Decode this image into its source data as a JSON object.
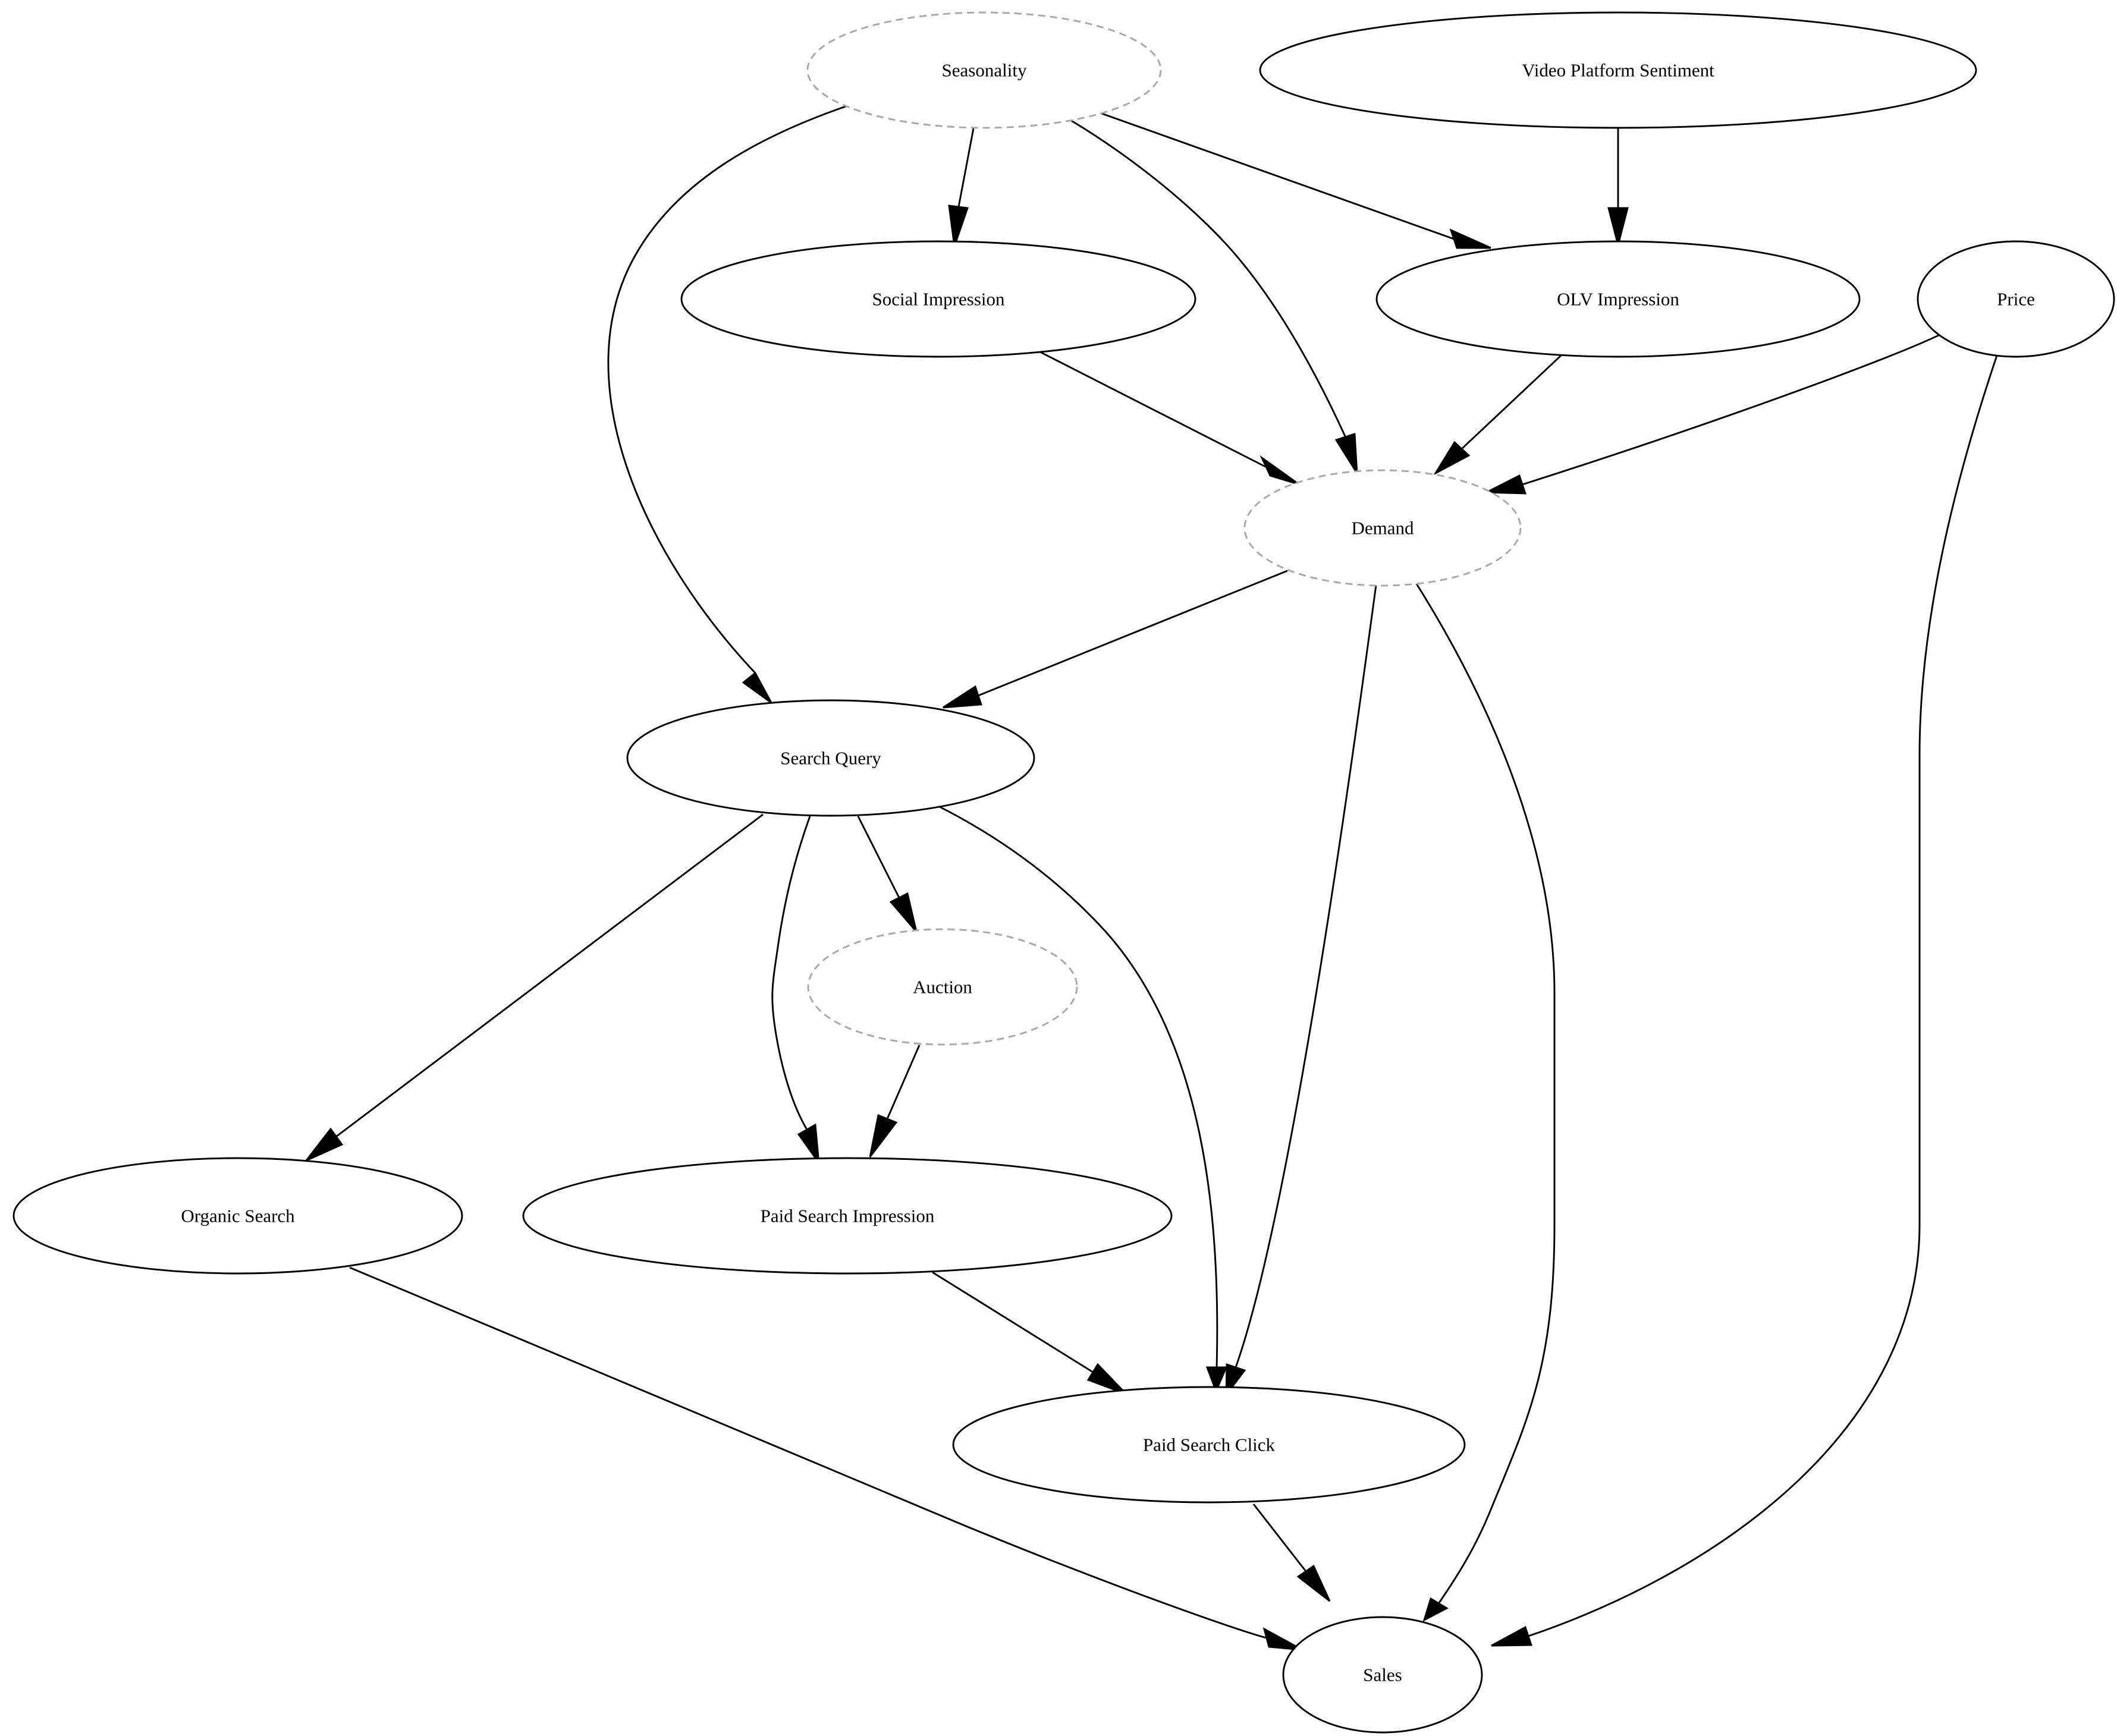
{
  "diagram": {
    "type": "directed-graph",
    "colors": {
      "background": "#ffffff",
      "observed_stroke": "#000000",
      "latent_stroke": "#a8a8a8",
      "edge": "#000000",
      "text": "#000000"
    },
    "nodes": [
      {
        "id": "seasonality",
        "label": "Seasonality",
        "style": "dashed"
      },
      {
        "id": "video_sentiment",
        "label": "Video Platform Sentiment",
        "style": "solid"
      },
      {
        "id": "social_impression",
        "label": "Social Impression",
        "style": "solid"
      },
      {
        "id": "olv_impression",
        "label": "OLV Impression",
        "style": "solid"
      },
      {
        "id": "price",
        "label": "Price",
        "style": "solid"
      },
      {
        "id": "demand",
        "label": "Demand",
        "style": "dashed"
      },
      {
        "id": "search_query",
        "label": "Search Query",
        "style": "solid"
      },
      {
        "id": "auction",
        "label": "Auction",
        "style": "dashed"
      },
      {
        "id": "organic_search",
        "label": "Organic Search",
        "style": "solid"
      },
      {
        "id": "paid_search_impression",
        "label": "Paid Search Impression",
        "style": "solid"
      },
      {
        "id": "paid_search_click",
        "label": "Paid Search Click",
        "style": "solid"
      },
      {
        "id": "sales",
        "label": "Sales",
        "style": "solid"
      }
    ],
    "edges": [
      {
        "from": "seasonality",
        "to": "search_query"
      },
      {
        "from": "seasonality",
        "to": "social_impression"
      },
      {
        "from": "seasonality",
        "to": "demand"
      },
      {
        "from": "seasonality",
        "to": "olv_impression"
      },
      {
        "from": "video_sentiment",
        "to": "olv_impression"
      },
      {
        "from": "social_impression",
        "to": "demand"
      },
      {
        "from": "olv_impression",
        "to": "demand"
      },
      {
        "from": "price",
        "to": "demand"
      },
      {
        "from": "price",
        "to": "sales"
      },
      {
        "from": "demand",
        "to": "search_query"
      },
      {
        "from": "demand",
        "to": "paid_search_click"
      },
      {
        "from": "demand",
        "to": "sales"
      },
      {
        "from": "search_query",
        "to": "organic_search"
      },
      {
        "from": "search_query",
        "to": "paid_search_impression"
      },
      {
        "from": "search_query",
        "to": "auction"
      },
      {
        "from": "search_query",
        "to": "paid_search_click"
      },
      {
        "from": "auction",
        "to": "paid_search_impression"
      },
      {
        "from": "organic_search",
        "to": "sales"
      },
      {
        "from": "paid_search_impression",
        "to": "paid_search_click"
      },
      {
        "from": "paid_search_click",
        "to": "sales"
      }
    ]
  }
}
